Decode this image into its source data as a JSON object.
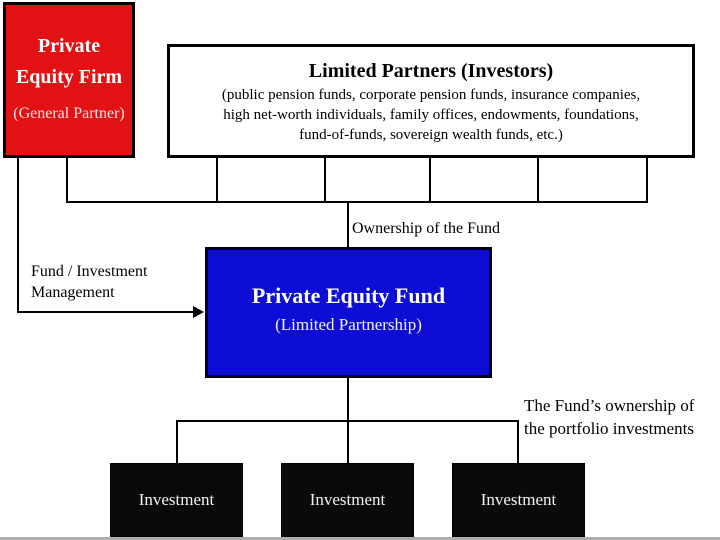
{
  "diagram": {
    "general_partner": {
      "title_line1": "Private",
      "title_line2": "Equity Firm",
      "subtitle": "(General Partner)"
    },
    "limited_partners": {
      "title": "Limited Partners (Investors)",
      "description_line1": "(public pension funds, corporate pension funds, insurance companies,",
      "description_line2": "high net-worth individuals, family offices, endowments, foundations,",
      "description_line3": "fund-of-funds, sovereign wealth funds, etc.)"
    },
    "fund": {
      "title": "Private Equity Fund",
      "subtitle": "(Limited Partnership)"
    },
    "labels": {
      "ownership_of_fund": "Ownership of the Fund",
      "management_line1": "Fund / Investment",
      "management_line2": "Management",
      "portfolio_ownership_line1": "The Fund’s ownership of",
      "portfolio_ownership_line2": "the portfolio investments"
    },
    "investments": [
      {
        "label": "Investment"
      },
      {
        "label": "Investment"
      },
      {
        "label": "Investment"
      }
    ],
    "colors": {
      "firm_red": "#e11114",
      "fund_blue": "#0d0dd6",
      "investment_black": "#0a0a0a",
      "line_black": "#000000"
    }
  }
}
